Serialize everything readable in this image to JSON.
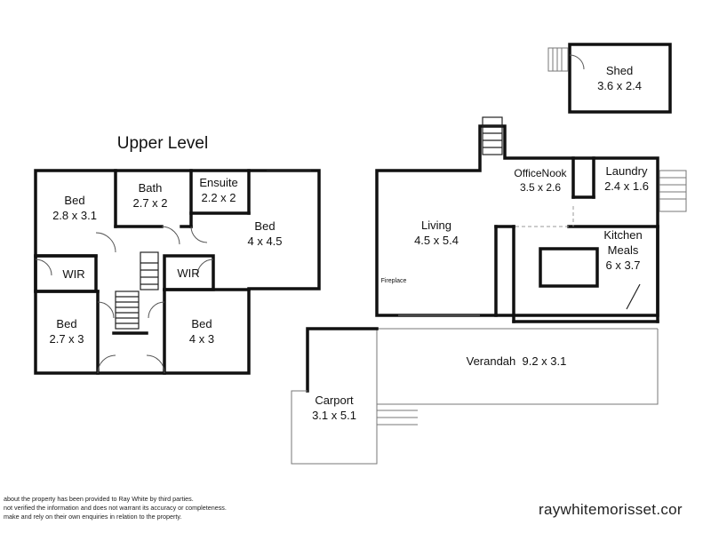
{
  "level_title": "Upper Level",
  "rooms": {
    "shed": {
      "name": "Shed",
      "size": "3.6 x 2.4"
    },
    "bed_upper_left": {
      "name": "Bed",
      "size": "2.8 x 3.1"
    },
    "bath": {
      "name": "Bath",
      "size": "2.7 x 2"
    },
    "ensuite": {
      "name": "Ensuite",
      "size": "2.2 x 2"
    },
    "bed_master": {
      "name": "Bed",
      "size": "4 x 4.5"
    },
    "wir_left": {
      "name": "WIR"
    },
    "wir_right": {
      "name": "WIR"
    },
    "bed_lower_left": {
      "name": "Bed",
      "size": "2.7 x 3"
    },
    "bed_lower_right": {
      "name": "Bed",
      "size": "4 x 3"
    },
    "living": {
      "name": "Living",
      "size": "4.5 x 5.4"
    },
    "fireplace": {
      "name": "Fireplace"
    },
    "office_nook": {
      "name": "OfficeNook",
      "size": "3.5 x 2.6"
    },
    "laundry": {
      "name": "Laundry",
      "size": "2.4 x 1.6"
    },
    "kitchen_meals": {
      "name_line1": "Kitchen",
      "name_line2": "Meals",
      "size": "6 x 3.7"
    },
    "verandah": {
      "label": "Verandah  9.2 x 3.1"
    },
    "carport": {
      "name": "Carport",
      "size": "3.1 x 5.1"
    }
  },
  "disclaimer": [
    "about the property has been provided to Ray White by third parties.",
    " not verified the information and does not warrant its accuracy or completeness.",
    "make and rely on their own enquiries in relation to the property."
  ],
  "website": "raywhitemorisset.cor"
}
